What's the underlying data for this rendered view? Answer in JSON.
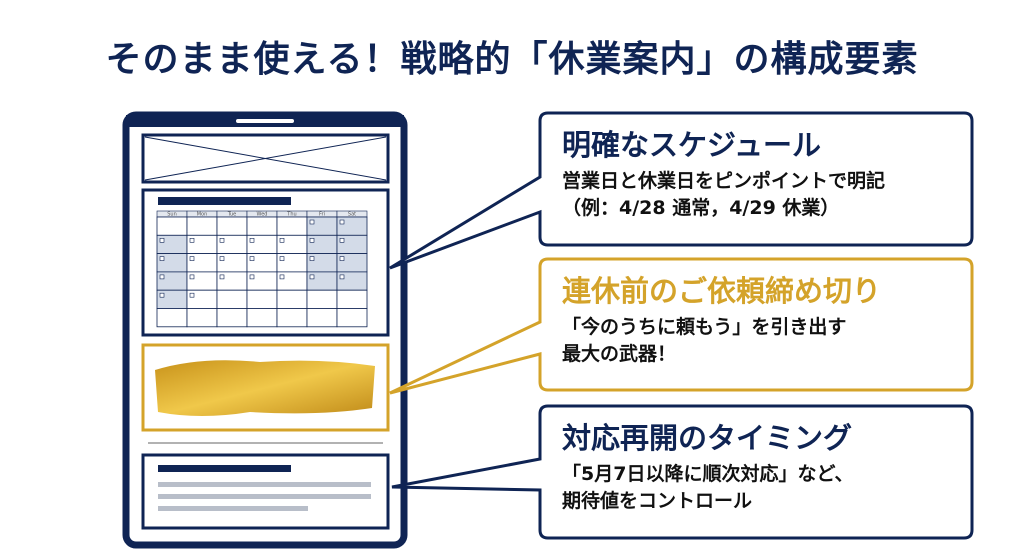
{
  "title": "そのまま使える！戦略的「休業案内」の構成要素",
  "colors": {
    "navy": "#0f2454",
    "gold": "#d4a32a",
    "weekend": "#d3dbe8"
  },
  "calendar": {
    "days": [
      "Sun",
      "Mon",
      "Tue",
      "Wed",
      "Thu",
      "Fri",
      "Sat"
    ]
  },
  "callouts": [
    {
      "heading": "明確なスケジュール",
      "lines": [
        "営業日と休業日をピンポイントで明記",
        "（例：4/28 通常，4/29 休業）"
      ]
    },
    {
      "heading": "連休前のご依頼締め切り",
      "lines": [
        "「今のうちに頼もう」を引き出す",
        "最大の武器！"
      ]
    },
    {
      "heading": "対応再開のタイミング",
      "lines": [
        "「5月7日以降に順次対応」など、",
        "期待値をコントロール"
      ]
    }
  ]
}
